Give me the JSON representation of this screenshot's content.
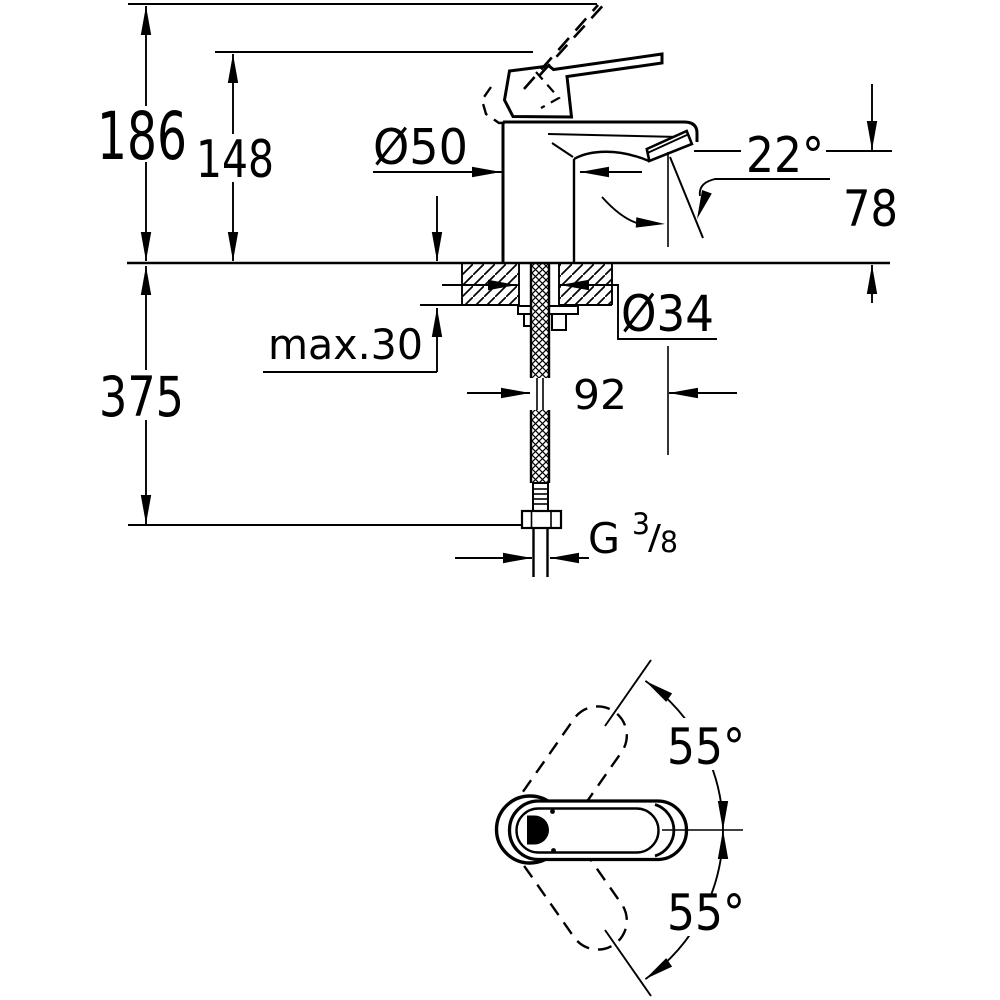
{
  "drawing": {
    "kind": "faucet installation dimensional drawing",
    "views": {
      "side_view": "basin mixer side elevation",
      "top_view": "handle swivel plan view"
    }
  },
  "dim": {
    "total_height": "186",
    "height_to_aerator": "148",
    "base_diameter": "Ø50",
    "stream_angle": "22°",
    "spout_height": "78",
    "max_counter": "max.30",
    "hole_diameter": "Ø34",
    "depth_below_deck": "375",
    "projection": "92",
    "swivel_upper": "55°",
    "swivel_lower": "55°",
    "thread": {
      "g": "G",
      "num": "3",
      "slash": "/",
      "den": "8"
    }
  },
  "colors": {
    "line": "#000000",
    "background": "#ffffff"
  }
}
